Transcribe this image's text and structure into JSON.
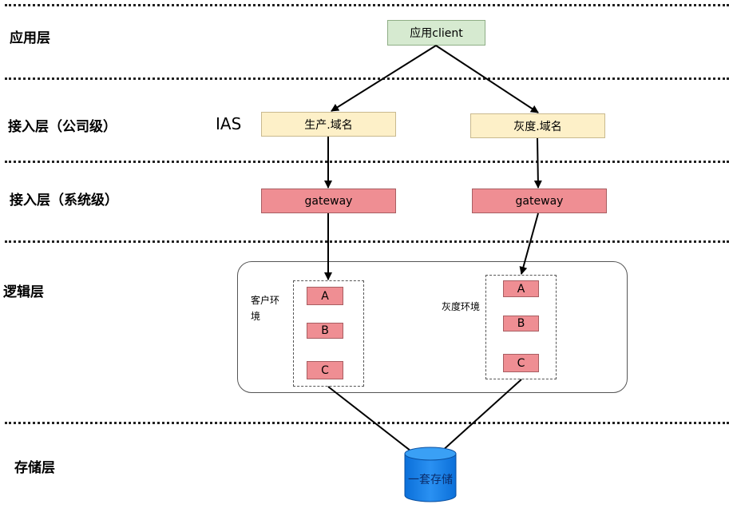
{
  "layers": {
    "application": "应用层",
    "access_company": "接入层（公司级）",
    "access_system": "接入层（系统级）",
    "logic": "逻辑层",
    "storage": "存储层"
  },
  "ias_label": "IAS",
  "client": "应用client",
  "domains": {
    "production": "生产.域名",
    "gray": "灰度.域名"
  },
  "gateways": {
    "left": "gateway",
    "right": "gateway"
  },
  "environments": {
    "customer": {
      "label": "客户环境",
      "services": [
        "A",
        "B",
        "C"
      ]
    },
    "gray": {
      "label": "灰度环境",
      "services": [
        "A",
        "B",
        "C"
      ]
    }
  },
  "storage": {
    "label": "一套存储"
  },
  "colors": {
    "client_fill": "#d6ead0",
    "domain_fill": "#fdf0c8",
    "gateway_fill": "#ef8e93",
    "database_fill": "#1a7fe6"
  }
}
